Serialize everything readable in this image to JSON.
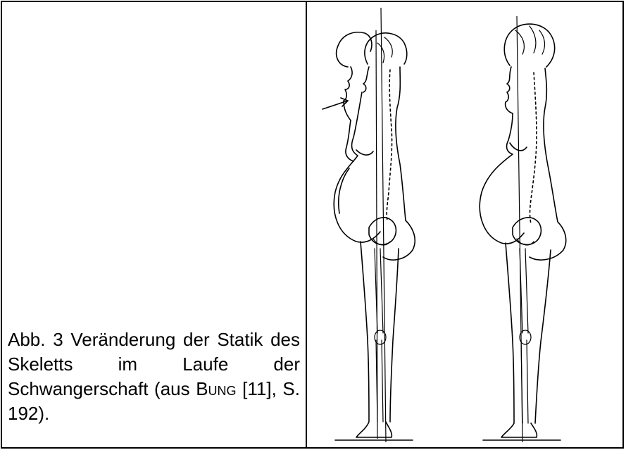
{
  "caption": {
    "part1": "Abb. 3 Veränderung der Statik des Skeletts im Laufe der Schwangerschaft (aus ",
    "author": "Bung",
    "part2": " [11], S. 192)."
  },
  "figure": {
    "description_icon": "pregnancy-posture-skeleton-figure"
  }
}
